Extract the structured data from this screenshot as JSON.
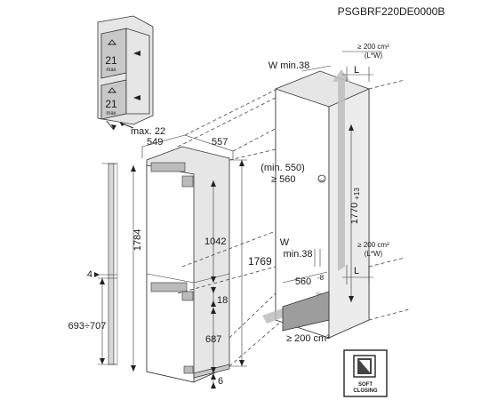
{
  "model_code": "PSGBRF220DE0000B",
  "shelf_icon": {
    "top_value": "21",
    "top_unit": "max",
    "bottom_value": "21",
    "bottom_unit": "max"
  },
  "dimensions": {
    "max_22": "max. 22",
    "depth_549": "549",
    "width_557": "557",
    "height_1784": "1784",
    "height_1042": "1042",
    "height_1769": "1769",
    "gap_18": "18",
    "height_687": "687",
    "gap_6": "6",
    "door_4": "4",
    "door_693_707": "693÷707"
  },
  "niche": {
    "w_min_top": "W min.38",
    "min_550": "(min. 550)",
    "ge_560": "≥ 560",
    "height_1770": "1770",
    "height_1770_tol": "+13",
    "w_label": "W",
    "min_38": "min.38",
    "width_560": "560",
    "width_560_tol": "-8",
    "vent_top": "≥ 200 cm²",
    "vent_top_sub": "(L*W)",
    "vent_mid": "≥ 200 cm²",
    "vent_mid_sub": "(L*W)",
    "vent_bottom": "≥ 200 cm²",
    "L_top": "L",
    "L_bottom": "L"
  },
  "soft_closing": {
    "line1": "SOFT",
    "line2": "CLOSING"
  }
}
